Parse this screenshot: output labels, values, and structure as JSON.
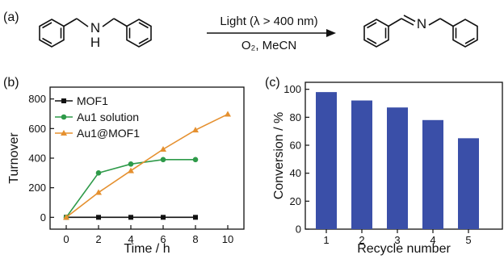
{
  "scheme": {
    "panel_label": "(a)",
    "condition_top": "Light (λ > 400 nm)",
    "condition_bottom": "O₂, MeCN",
    "atom_reactant_n": "N",
    "atom_reactant_h": "H",
    "atom_product_n": "N"
  },
  "chart_data": [
    {
      "type": "line",
      "panel_label": "(b)",
      "xlabel": "Time / h",
      "ylabel": "Turnover",
      "xlim": [
        -1,
        11
      ],
      "ylim": [
        -80,
        880
      ],
      "xticks": [
        0,
        2,
        4,
        6,
        8,
        10
      ],
      "yticks": [
        0,
        200,
        400,
        600,
        800
      ],
      "grid": false,
      "legend_placement": "top-left",
      "series": [
        {
          "name": "MOF1",
          "color": "#111111",
          "marker": "square",
          "x": [
            0,
            2,
            4,
            6,
            8
          ],
          "y": [
            0,
            0,
            0,
            0,
            0
          ]
        },
        {
          "name": "Au1 solution",
          "color": "#2e9a49",
          "marker": "circle",
          "x": [
            0,
            2,
            4,
            6,
            8
          ],
          "y": [
            0,
            300,
            360,
            390,
            390
          ]
        },
        {
          "name": "Au1@MOF1",
          "color": "#e5902f",
          "marker": "triangle",
          "x": [
            0,
            2,
            4,
            6,
            8,
            10
          ],
          "y": [
            0,
            168,
            315,
            460,
            590,
            697
          ]
        }
      ]
    },
    {
      "type": "bar",
      "panel_label": "(c)",
      "xlabel": "Recycle number",
      "ylabel": "Conversion / %",
      "categories": [
        "1",
        "2",
        "3",
        "4",
        "5"
      ],
      "values": [
        98,
        92,
        87,
        78,
        65
      ],
      "ylim": [
        0,
        105
      ],
      "yticks": [
        0,
        20,
        40,
        60,
        80,
        100
      ],
      "grid": false,
      "color": "#3a4fa8"
    }
  ]
}
